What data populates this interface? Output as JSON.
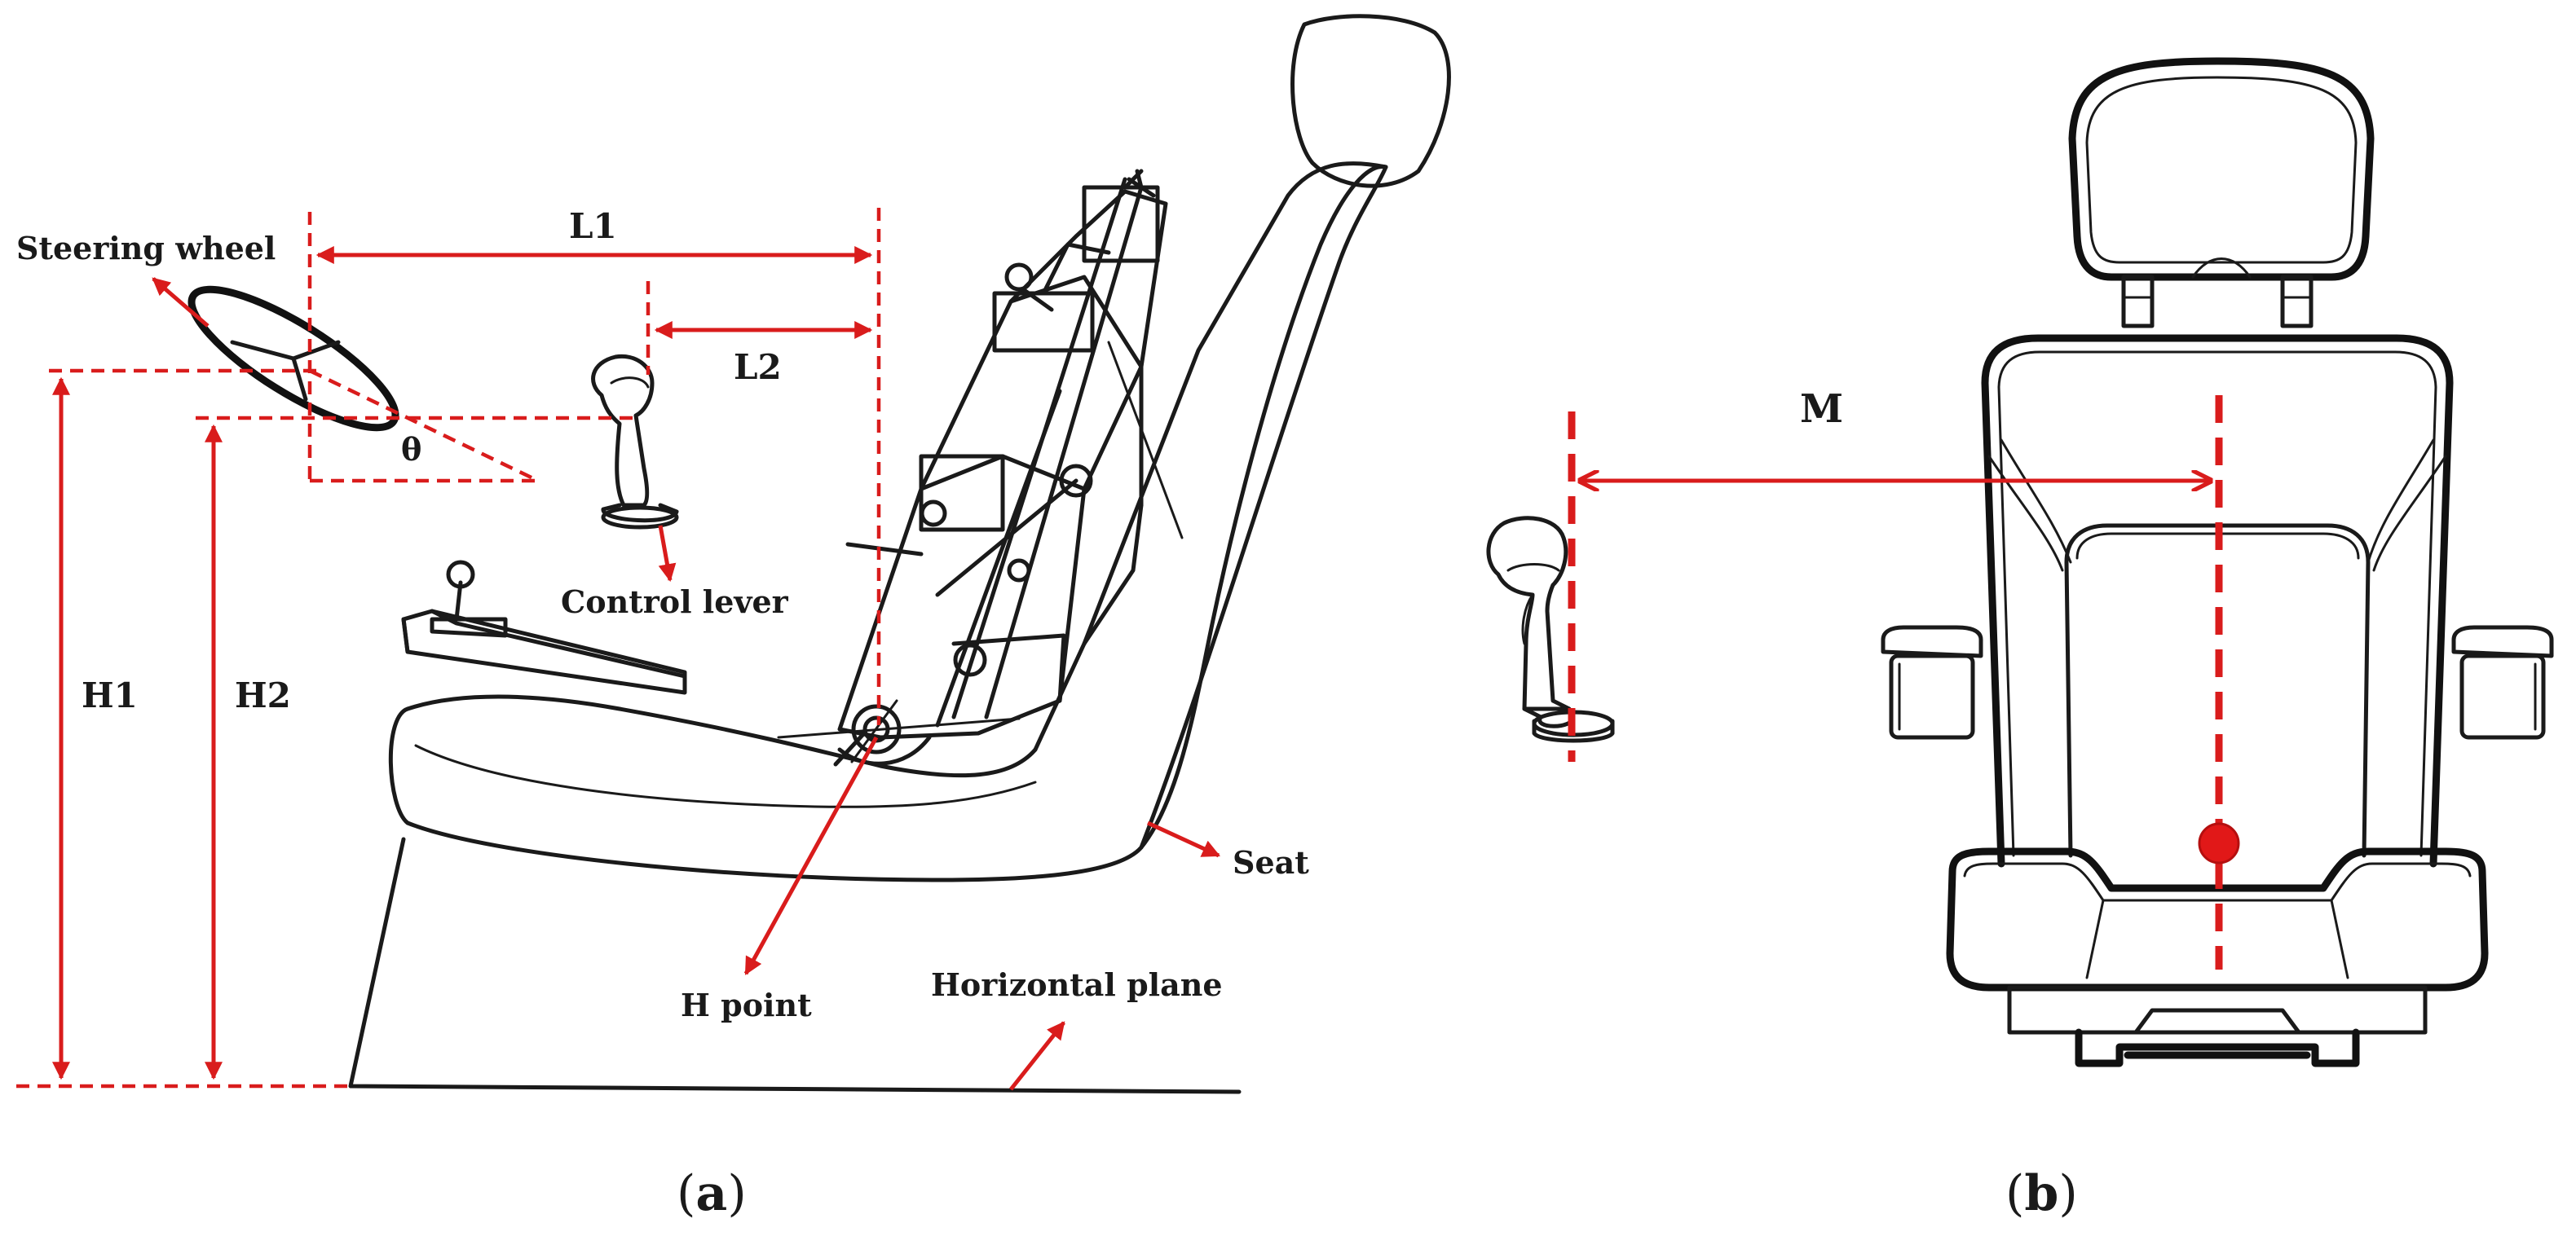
{
  "labels": {
    "steering_wheel": "Steering wheel",
    "control_lever": "Control lever",
    "seat": "Seat",
    "h_point": "H point",
    "horizontal_plane": "Horizontal plane",
    "theta": "θ"
  },
  "dimensions": {
    "l1": "L1",
    "l2": "L2",
    "h1": "H1",
    "h2": "H2",
    "m": "M"
  },
  "panels": {
    "a": {
      "open": "(",
      "letter": "a",
      "close": ")"
    },
    "b": {
      "open": "(",
      "letter": "b",
      "close": ")"
    }
  },
  "colors": {
    "annotation": "#d91c1c",
    "ink": "#1a1a1a",
    "background": "#ffffff"
  }
}
